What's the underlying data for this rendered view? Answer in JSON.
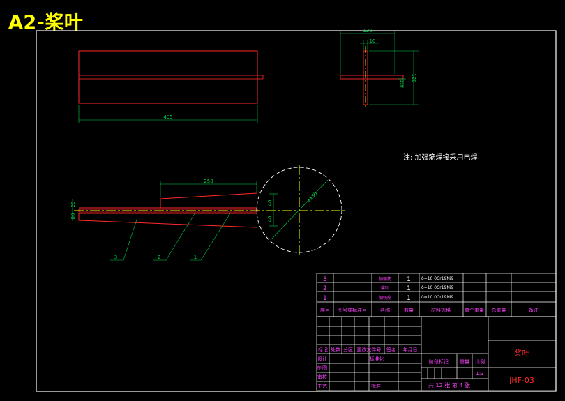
{
  "title": "A2-桨叶",
  "note": "注: 加强筋焊接采用电焊",
  "colors": {
    "background": "#000000",
    "border": "#ffffff",
    "outline": "#ff2a2a",
    "centerline": "#ffff00",
    "dimension": "#00d24a",
    "magenta": "#ff40ff",
    "table_text": "#ffffff"
  },
  "dimensions": {
    "length_405": "405",
    "width_120": "120",
    "thickness_10": "10",
    "height_120": "120",
    "rib_height_110": "110",
    "rib_length_250": "250",
    "dim_40_top": "40",
    "dim_40_bottom": "40",
    "dim_80": "80",
    "dim_20": "20",
    "diameter": "φ130"
  },
  "balloons": [
    "3",
    "2",
    "1"
  ],
  "parts_list": {
    "rows": [
      {
        "no": "3",
        "name": "加强筋",
        "qty": "1",
        "material": "δ=10 0Cr19Ni9"
      },
      {
        "no": "2",
        "name": "桨叶",
        "qty": "1",
        "material": "δ=10 0Cr19Ni9"
      },
      {
        "no": "1",
        "name": "加强筋",
        "qty": "1",
        "material": "δ=10 0Cr19Ni9"
      }
    ],
    "headers": [
      "序号",
      "图号或标准号",
      "名称",
      "数量",
      "材料规格",
      "单个重量",
      "总重量",
      "备注"
    ]
  },
  "title_block": {
    "labels": [
      "标记",
      "处数",
      "分区",
      "更改文件号",
      "签名",
      "年月日"
    ],
    "roles": [
      "设计",
      "制图",
      "审核",
      "工艺"
    ],
    "standardization": "标准化",
    "approval": "批准",
    "stage_mark": "阶段标记",
    "weight": "重量",
    "scale": "比例",
    "scale_value": "1:3",
    "sheets": "共 12 张 第 4 张",
    "part_name": "桨叶",
    "drawing_no": "JHF-03"
  }
}
